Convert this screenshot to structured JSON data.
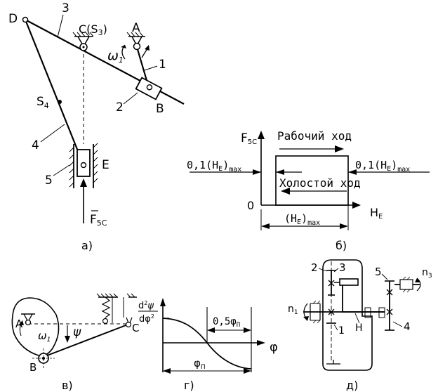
{
  "fig_a": {
    "points": {
      "D": "D",
      "three": "3",
      "C": "C(S",
      "C_sub": "3",
      "C_close": ")",
      "A": "A",
      "omega": "ω",
      "omega_sub": "1",
      "one": "1",
      "two": "2",
      "B": "B",
      "S4": "S",
      "S4_sub": "4",
      "four": "4",
      "five": "5",
      "E": "E",
      "F": "F",
      "F_sub": "5С"
    },
    "caption": "а)"
  },
  "fig_b": {
    "y_label": "F",
    "y_sub": "5С",
    "working_stroke": "Рабочий ход",
    "idle_stroke": "Холостой ход",
    "left_label": "0,1(H",
    "left_sub1": "Е",
    "left_close": ")",
    "left_sub2": "max",
    "right_label": "0,1(H",
    "right_sub1": "Е",
    "right_close": ")",
    "right_sub2": "max",
    "origin": "0",
    "x_label": "H",
    "x_sub": "Е",
    "span_label": "(H",
    "span_sub1": "Е",
    "span_close": ")",
    "span_sub2": "max",
    "caption": "б)"
  },
  "fig_v": {
    "A": "A",
    "omega": "ω",
    "omega_sub": "1",
    "psi": "ψ",
    "C": "C",
    "B": "B",
    "caption": "в)"
  },
  "fig_g": {
    "y_num": "d",
    "y_num_sup": "2",
    "y_num_var": "ψ",
    "y_den": "dφ",
    "y_den_sup": "2",
    "half": "0,5φ",
    "half_sub": "П",
    "x_label": "φ",
    "span": "φ",
    "span_sub": "П",
    "caption": "г)"
  },
  "fig_d": {
    "two": "2",
    "three": "3",
    "five": "5",
    "n3": "n",
    "n3_sub": "3",
    "n1": "n",
    "n1_sub": "1",
    "one": "1",
    "H": "H",
    "four": "4",
    "caption": "д)"
  }
}
